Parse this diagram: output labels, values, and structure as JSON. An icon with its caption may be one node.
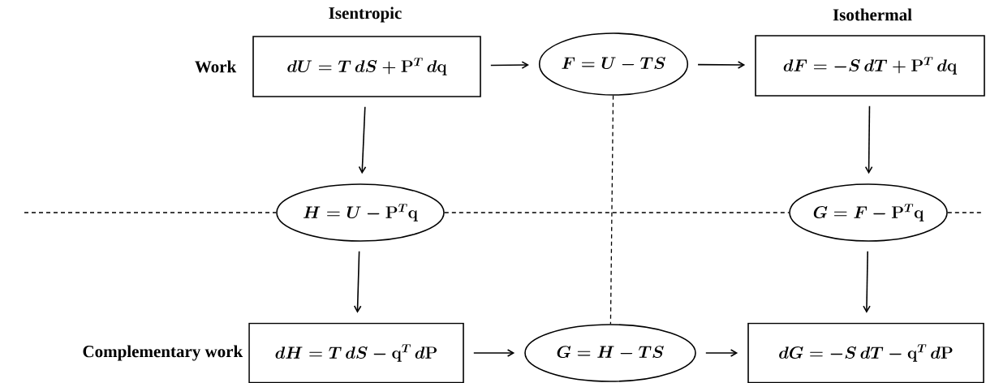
{
  "diagram": {
    "nodes": [
      {
        "text": [
          "dU = T\\,dS + \\mathbf{P}^T\\,d\\mathbf{q}"
        ],
        "beside": [
          "Work"
        ]
      },
      {
        "text": [
          "F = U - TS"
        ]
      },
      {
        "text": [
          "dF = -S\\,dT + \\mathbf{P}^T\\,d\\mathbf{q}"
        ]
      },
      {
        "text": [
          "H = U - \\mathbf{P}^T\\mathbf{q}"
        ]
      },
      {
        "text": [
          "G = F - \\mathbf{P}^T\\mathbf{q}"
        ]
      },
      {
        "text": [
          "dH = T\\,dS - \\mathbf{q}^T\\,d\\mathbf{P}"
        ],
        "beside": [
          "Complementary work"
        ]
      },
      {
        "text": [
          "G = H - TS"
        ]
      },
      {
        "text": [
          "dG = -S\\,dT - \\mathbf{q}^T\\,d\\mathbf{P}"
        ]
      }
    ],
    "edges": [
      {
        "from": 0,
        "to": 1,
        "arrow": "to"
      },
      {
        "from": 1,
        "to": 2,
        "arrow": "to"
      },
      {
        "from": 0,
        "to": 3,
        "arrow": "to"
      },
      {
        "from": 2,
        "to": 4,
        "arrow": "to"
      },
      {
        "from": 3,
        "to": 5,
        "arrow": "to"
      },
      {
        "from": 4,
        "to": 7,
        "arrow": "to"
      },
      {
        "from": 5,
        "to": 6,
        "arrow": "to"
      },
      {
        "from": 6,
        "to": 7,
        "arrow": "to"
      },
      {
        "from": 1,
        "to": 6,
        "arrow": "none",
        "style": "dashed"
      },
      {
        "from": null,
        "to": 3,
        "arrow": "none",
        "style": "dashed"
      },
      {
        "from": 3,
        "to": 4,
        "arrow": "none",
        "style": "dashed"
      },
      {
        "from": 4,
        "to": null,
        "arrow": "none",
        "style": "dashed"
      }
    ],
    "labels": [
      "Isentropic",
      "Isothermal"
    ]
  }
}
